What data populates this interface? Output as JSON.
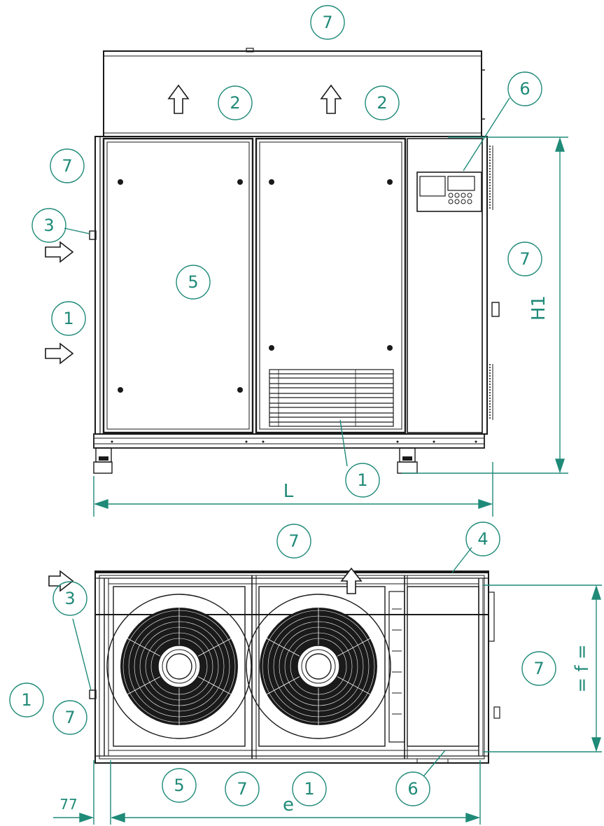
{
  "callouts": {
    "top_7": "7",
    "duct_2a": "2",
    "duct_2b": "2",
    "panel_6": "6",
    "left_7": "7",
    "left_3": "3",
    "left_1": "1",
    "front_5": "5",
    "right_7": "7",
    "bottom_1": "1",
    "plan_7_top": "7",
    "plan_4": "4",
    "plan_3": "3",
    "plan_1_left": "1",
    "plan_7_left": "7",
    "plan_7_right": "7",
    "plan_5": "5",
    "plan_7_bottom": "7",
    "plan_1_bottom": "1",
    "plan_6": "6"
  },
  "dimensions": {
    "height": "H1",
    "length": "L",
    "depth": "= f =",
    "offset": "77",
    "span": "e"
  },
  "colors": {
    "accent": "#1f8a78",
    "line": "#1a1a1a"
  }
}
